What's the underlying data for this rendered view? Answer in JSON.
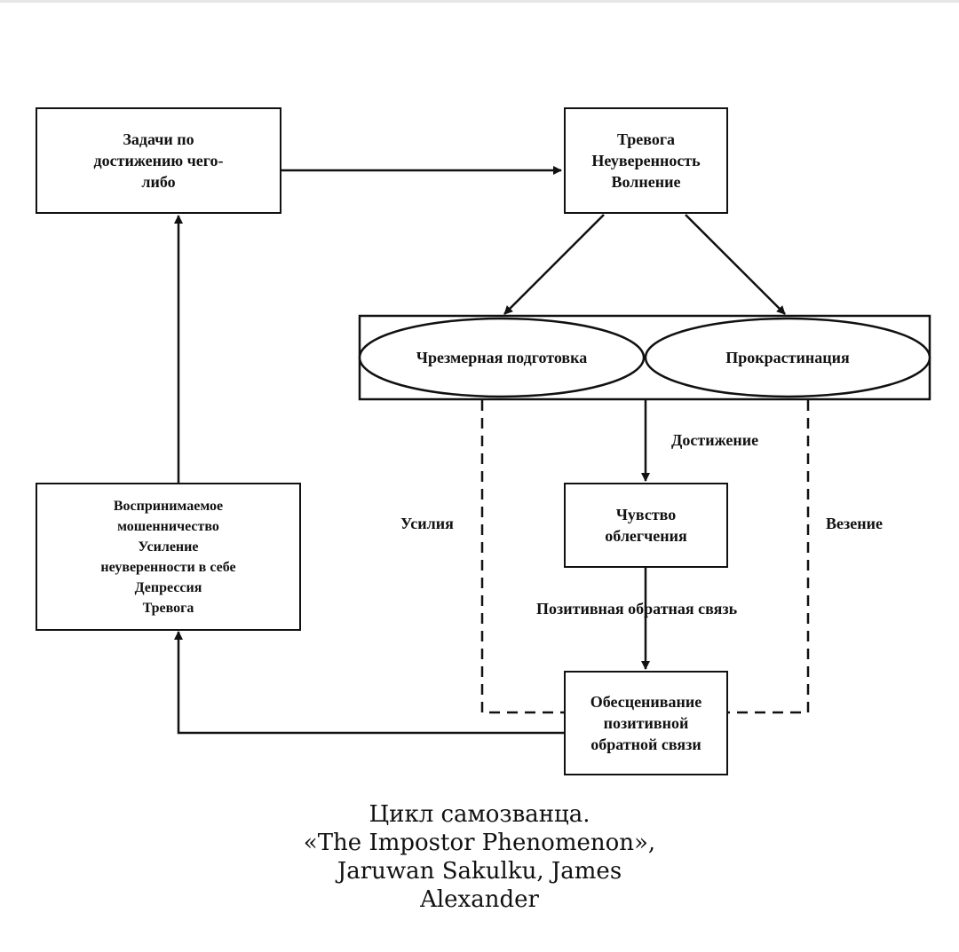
{
  "nodes": {
    "tasks": {
      "lines": [
        "Задачи по",
        "достижению чего-",
        "либо"
      ]
    },
    "anxiety": {
      "lines": [
        "Тревога",
        "Неуверенность",
        "Волнение"
      ]
    },
    "overpreparation": {
      "label": "Чрезмерная подготовка"
    },
    "procrastination": {
      "label": "Прокрастинация"
    },
    "relief": {
      "lines": [
        "Чувство",
        "облегчения"
      ]
    },
    "discounting": {
      "lines": [
        "Обесценивание",
        "позитивной",
        "обратной связи"
      ]
    },
    "perceived": {
      "lines": [
        "Воспринимаемое",
        "мошенничество",
        "Усиление",
        "неуверенности в себе",
        "Депрессия",
        "Тревога"
      ]
    }
  },
  "edge_labels": {
    "achievement": "Достижение",
    "effort": "Усилия",
    "luck": "Везение",
    "positive_feedback": "Позитивная обратная связь"
  },
  "caption": {
    "lines": [
      "Цикл самозванца.",
      "«The Impostor Phenomenon»,",
      "Jaruwan Sakulku, James",
      "Alexander"
    ]
  },
  "colors": {
    "stroke": "#111111",
    "background": "#ffffff"
  }
}
